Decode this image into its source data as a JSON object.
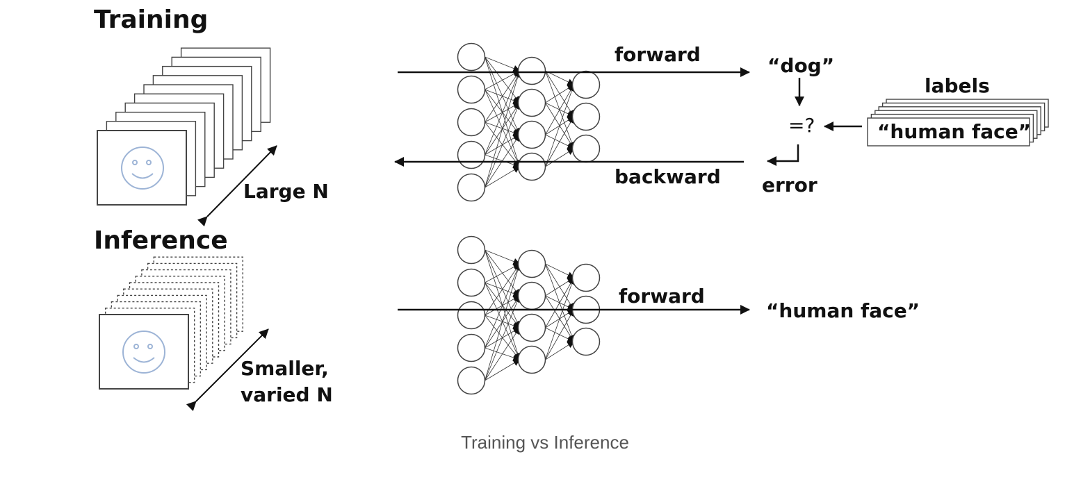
{
  "diagram": {
    "training": {
      "heading": "Training",
      "batch_label": "Large N",
      "forward_label": "forward",
      "backward_label": "backward",
      "prediction": "“dog”",
      "compare": "=?",
      "error_label": "error",
      "labels_title": "labels",
      "label_value": "“human face”"
    },
    "inference": {
      "heading": "Inference",
      "batch_label_line1": "Smaller,",
      "batch_label_line2": "varied N",
      "forward_label": "forward",
      "prediction": "“human face”"
    },
    "network": {
      "layers": [
        5,
        4,
        3
      ]
    },
    "colors": {
      "face": "#9db4d6",
      "line": "#111111",
      "caption": "#555555"
    }
  },
  "caption": "Training vs Inference"
}
